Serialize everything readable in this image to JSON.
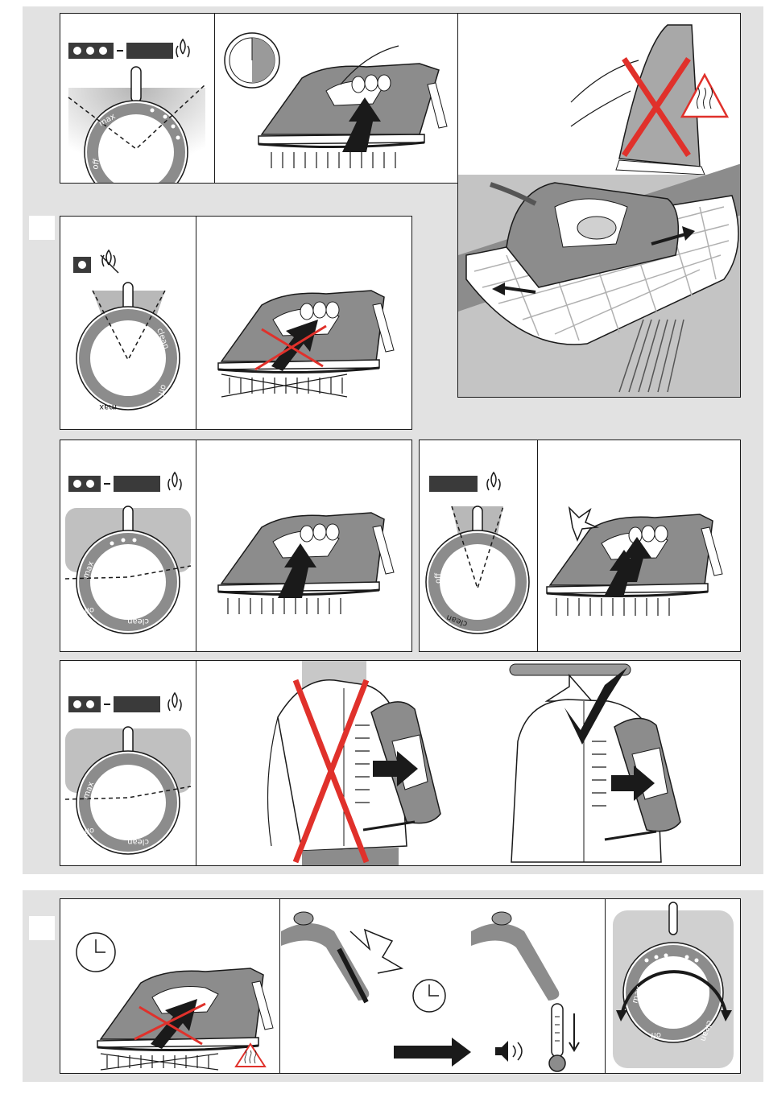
{
  "dial_labels": {
    "max": "max",
    "off": "off",
    "clean": "clean"
  },
  "icons": {
    "steam": "steam-icon",
    "no_steam": "no-steam-icon",
    "hot_surface": "hot-surface-warning-icon",
    "clock": "clock-icon",
    "sound": "sound-icon",
    "thermometer": "thermometer-icon",
    "forbidden": "red-cross",
    "approved": "check-mark"
  },
  "colors": {
    "band": "#e2e2e2",
    "iron_body": "#8c8c8c",
    "iron_light": "#c9c9c9",
    "forbidden_red": "#e0312b",
    "line": "#1a1a1a"
  }
}
